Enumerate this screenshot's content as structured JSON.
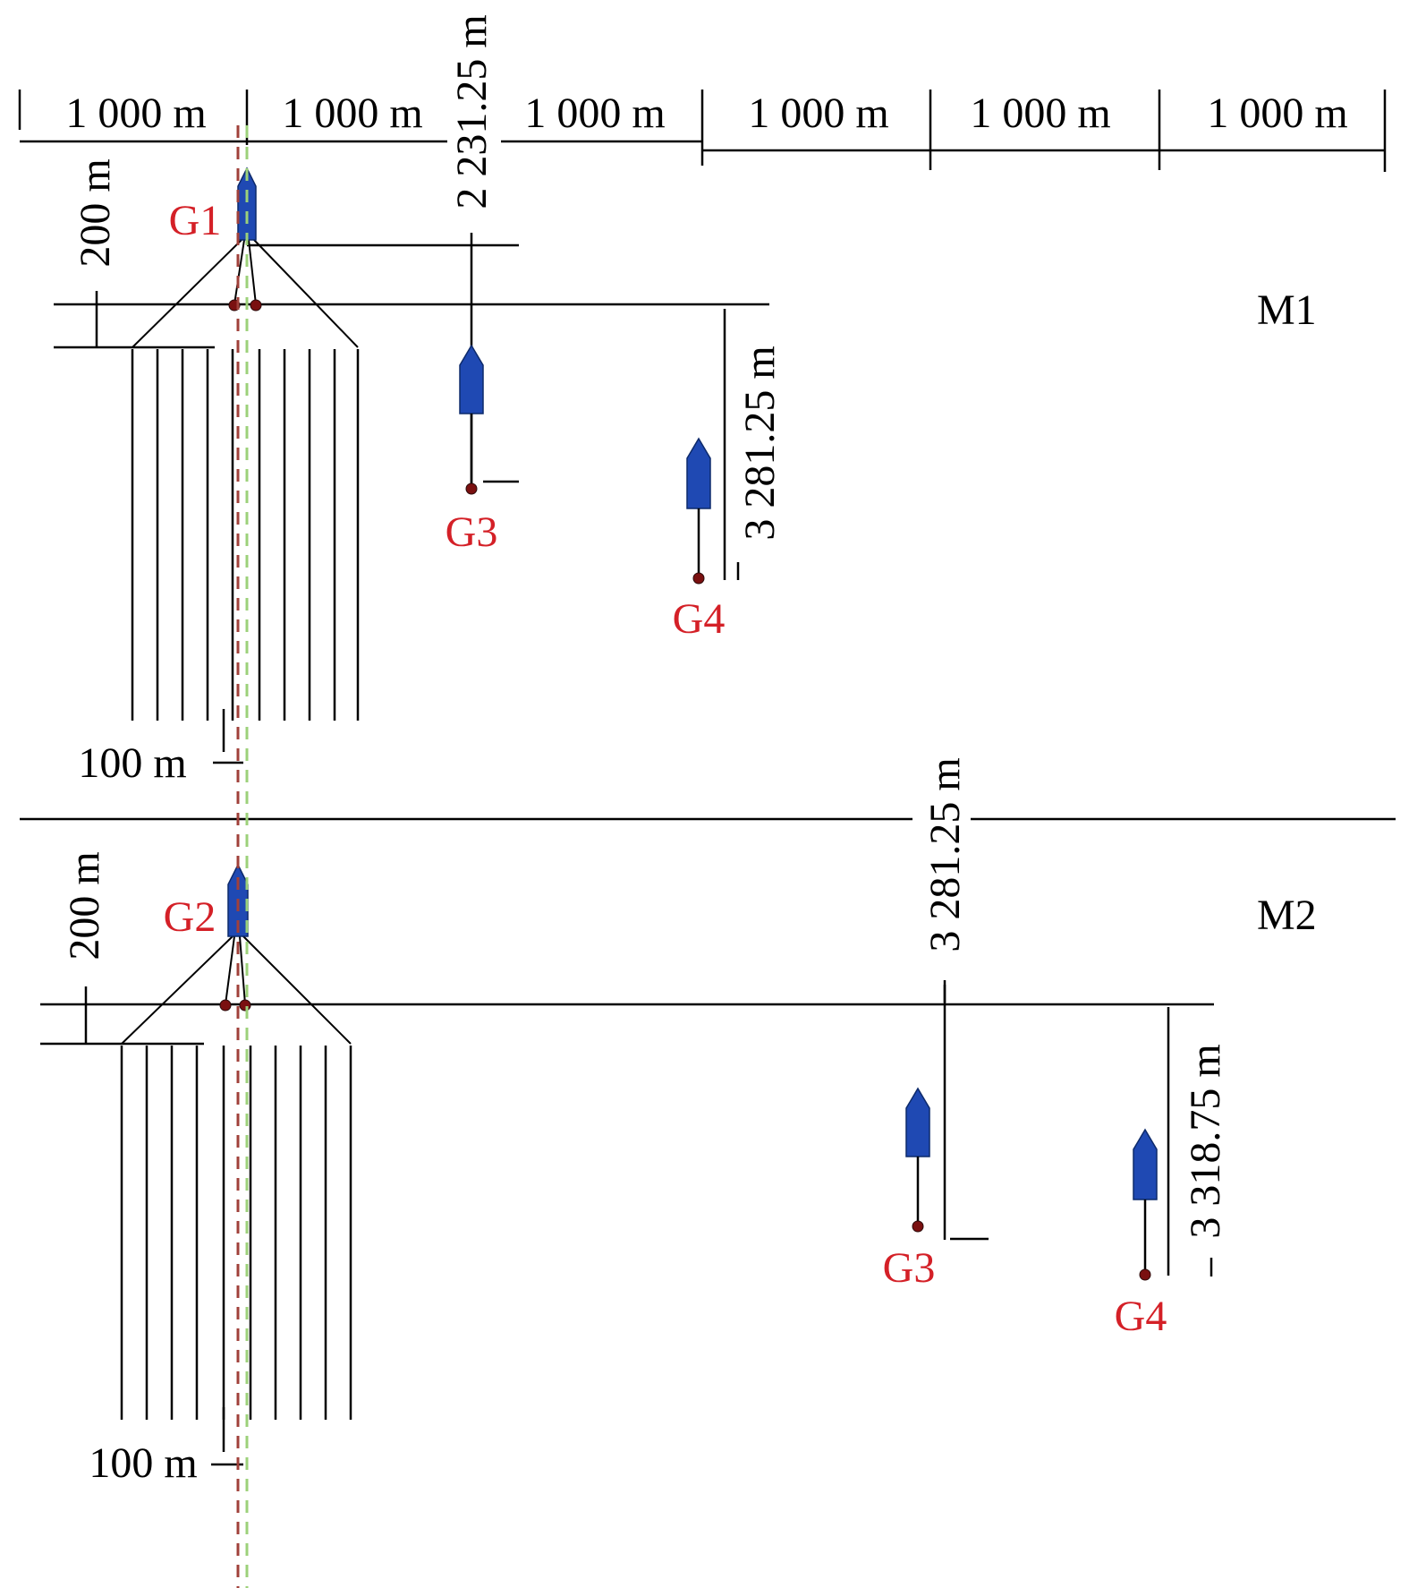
{
  "colors": {
    "line": "#000000",
    "vessel_fill": "#1f49b3",
    "gun_label": "#d42027",
    "source_dot": "#7a1010",
    "red_dash": "#a0403a",
    "green_dash": "#9cd17a"
  },
  "top_scale": {
    "segments": [
      "1 000 m",
      "1 000 m",
      "1 000 m",
      "1 000 m",
      "1 000 m",
      "1 000 m"
    ]
  },
  "m1": {
    "title": "M1",
    "streamer_offset": "200 m",
    "streamer_spacing": "100 m",
    "g3_inline": "2 231.25 m",
    "g4_inline": "3 281.25 m",
    "vessels": {
      "main": "G1",
      "g3": "G3",
      "g4": "G4"
    }
  },
  "m2": {
    "title": "M2",
    "streamer_offset": "200 m",
    "streamer_spacing": "100 m",
    "g3_inline": "3 281.25 m",
    "g4_inline": "3 318.75 m",
    "vessels": {
      "main": "G2",
      "g3": "G3",
      "g4": "G4"
    }
  }
}
